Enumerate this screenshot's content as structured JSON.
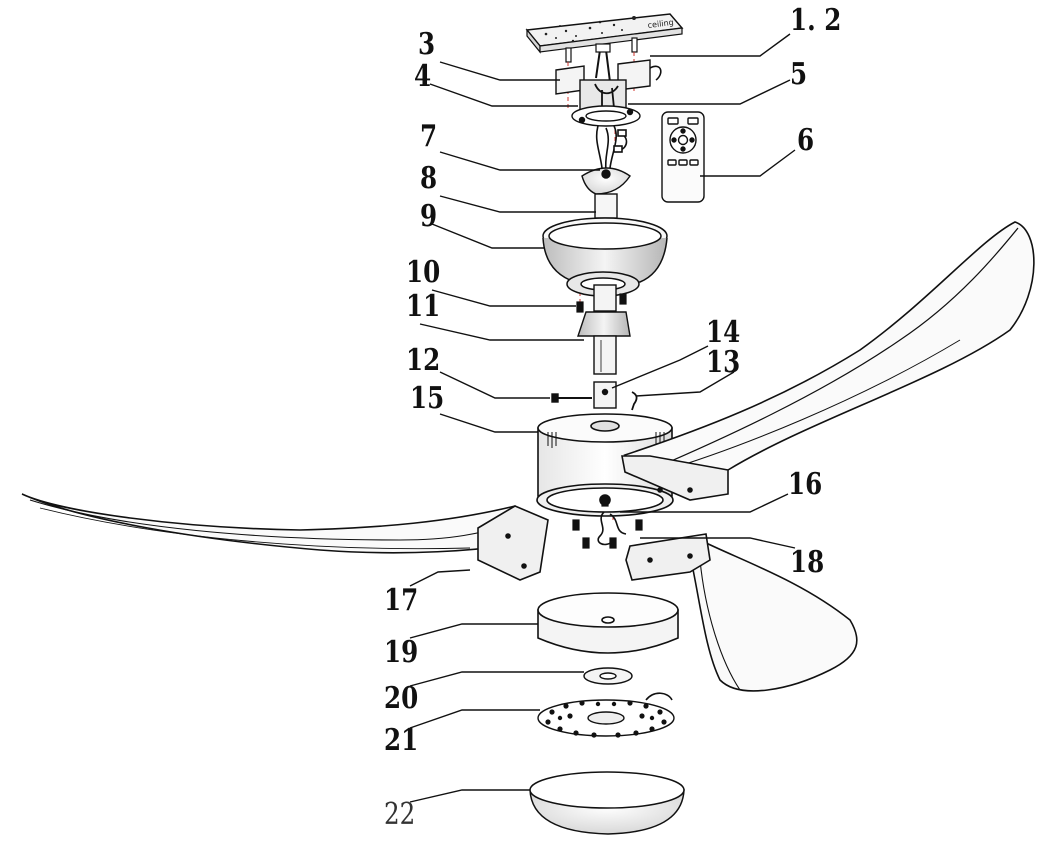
{
  "callouts": [
    {
      "id": "1.2",
      "label": "1. 2"
    },
    {
      "id": "3",
      "label": "3"
    },
    {
      "id": "4",
      "label": "4"
    },
    {
      "id": "5",
      "label": "5"
    },
    {
      "id": "6",
      "label": "6"
    },
    {
      "id": "7",
      "label": "7"
    },
    {
      "id": "8",
      "label": "8"
    },
    {
      "id": "9",
      "label": "9"
    },
    {
      "id": "10",
      "label": "10"
    },
    {
      "id": "11",
      "label": "11"
    },
    {
      "id": "12",
      "label": "12"
    },
    {
      "id": "13",
      "label": "13"
    },
    {
      "id": "14",
      "label": "14"
    },
    {
      "id": "15",
      "label": "15"
    },
    {
      "id": "16",
      "label": "16"
    },
    {
      "id": "17",
      "label": "17"
    },
    {
      "id": "18",
      "label": "18"
    },
    {
      "id": "19",
      "label": "19"
    },
    {
      "id": "20",
      "label": "20"
    },
    {
      "id": "21",
      "label": "21"
    },
    {
      "id": "22",
      "label": "22"
    }
  ],
  "ceiling_plate": {
    "stamp": "ceiling"
  },
  "colors": {
    "line": "#111111",
    "guide": "#d0342c",
    "paper": "#ffffff"
  }
}
